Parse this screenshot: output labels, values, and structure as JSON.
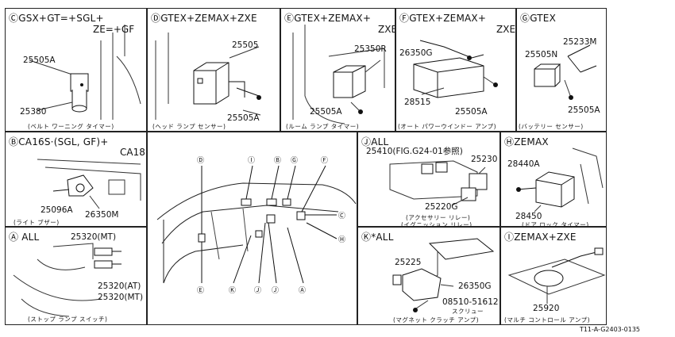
{
  "panels": {
    "c": {
      "title_line1": "ⒸGSX+GT=+SGL+",
      "title_line2": "ZE=+GF",
      "part1": "25505A",
      "part2": "25380",
      "caption": "(ベルト ワーニング タイマー)"
    },
    "d": {
      "title": "ⒹGTEX+ZEMAX+ZXE",
      "part1": "25505",
      "part2": "25505A",
      "caption": "(ヘッド ランプ センサー)"
    },
    "e": {
      "title_line1": "ⒺGTEX+ZEMAX+",
      "title_line2": "ZXE",
      "part1": "25350R",
      "part2": "25505A",
      "caption": "(ルーム ランプ タイマー)"
    },
    "f": {
      "title_line1": "ⒻGTEX+ZEMAX+",
      "title_line2": "ZXE",
      "part1": "26350G",
      "part2": "28515",
      "part3": "25505A",
      "caption": "(オート パワーウインドー アンプ)"
    },
    "g": {
      "title": "ⒼGTEX",
      "part1": "25233M",
      "part2": "25505N",
      "part3": "25505A",
      "caption": "(バッテリー センサー)"
    },
    "b": {
      "title_line1": "ⒷCA16S·(SGL, GF)+",
      "title_line2": "CA18",
      "part1": "25096A",
      "part2": "26350M",
      "caption": "(ライト ブザー)"
    },
    "a": {
      "title": "Ⓐ ALL",
      "part1": "25320(MT)",
      "part2": "25320(AT)",
      "part3": "25320(MT)",
      "caption": "(ストップ ランプ スイッチ)"
    },
    "j": {
      "title": "ⒿALL",
      "part1": "25410(FIG.G24-01参照)",
      "part2": "25230",
      "part3": "25220G",
      "caption1": "(アクセサリー リレー)",
      "caption2": "(イグニッション リレー)"
    },
    "h": {
      "title": "ⒽZEMAX",
      "part1": "28440A",
      "part2": "28450",
      "caption": "(ドア ロック タイマー)"
    },
    "k": {
      "title": "Ⓚ*ALL",
      "part1": "25225",
      "part2": "26350G",
      "part3": "08510-51612",
      "part3_note": "スクリュー",
      "caption": "(マグネット クラッチ アンプ)"
    },
    "i": {
      "title": "ⒾZEMAX+ZXE",
      "part1": "25920",
      "caption": "(マルチ コントロール アンプ)"
    }
  },
  "overview": {
    "top_labels": [
      "Ⓓ",
      "Ⓘ",
      "Ⓑ",
      "Ⓖ",
      "Ⓕ"
    ],
    "right_labels": [
      "Ⓒ",
      "Ⓗ"
    ],
    "bottom_labels": [
      "Ⓔ",
      "Ⓚ",
      "Ⓙ",
      "Ⓙ",
      "Ⓐ"
    ]
  },
  "footer": {
    "code": "T11-A-G2403-0135"
  }
}
